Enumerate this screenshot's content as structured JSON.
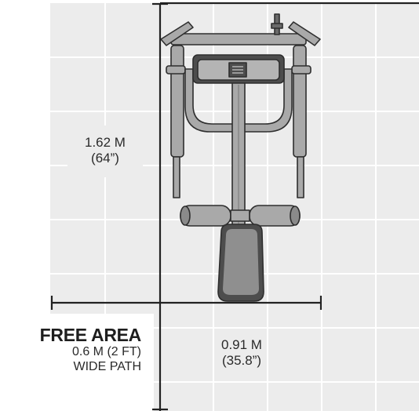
{
  "dimensions": {
    "length": {
      "metric": "1.62 M",
      "imperial": "(64”)"
    },
    "width": {
      "metric": "0.91 M",
      "imperial": "(35.8”)"
    }
  },
  "free_area": {
    "title": "FREE AREA",
    "line1": "0.6 M (2 FT)",
    "line2": "WIDE PATH"
  },
  "colors": {
    "grid_fill": "#ececec",
    "grid_line": "#ffffff",
    "machine_fill": "#a9a9a9",
    "machine_dark": "#4d4d4d",
    "outline": "#2e2e2e",
    "dimension_line": "#222222"
  }
}
